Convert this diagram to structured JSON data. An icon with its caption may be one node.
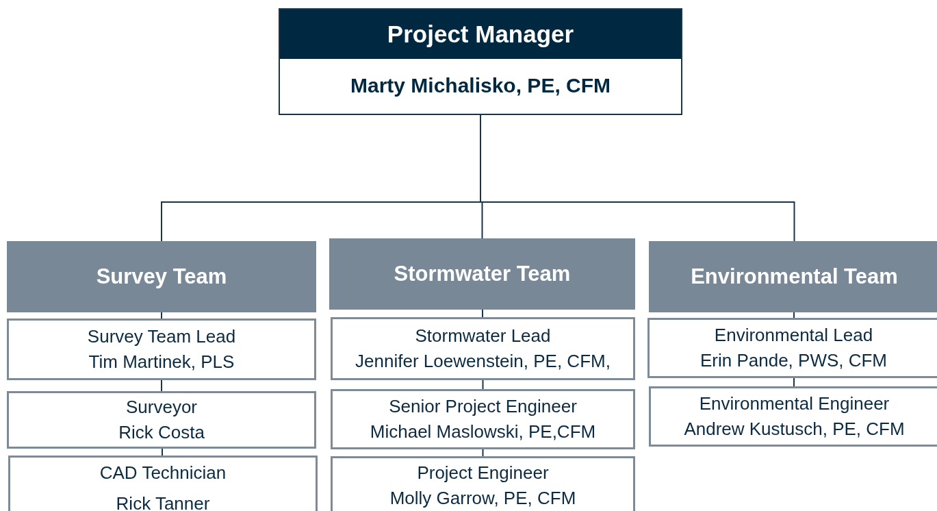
{
  "diagram": {
    "nodes": [
      {
        "text": [
          "Project Manager",
          "Marty Michalisko, PE, CFM"
        ]
      },
      {
        "text": [
          "Survey Team"
        ]
      },
      {
        "text": [
          "Survey Team Lead",
          "Tim Martinek, PLS"
        ]
      },
      {
        "text": [
          "Surveyor",
          "Rick Costa"
        ]
      },
      {
        "text": [
          "CAD Technician",
          "Rick Tanner"
        ]
      },
      {
        "text": [
          "Stormwater Team"
        ]
      },
      {
        "text": [
          "Stormwater Lead",
          "Jennifer Loewenstein, PE, CFM,"
        ]
      },
      {
        "text": [
          "Senior Project Engineer",
          "Michael Maslowski, PE,CFM"
        ]
      },
      {
        "text": [
          "Project Engineer",
          "Molly Garrow, PE, CFM"
        ]
      },
      {
        "text": [
          "Environmental Team"
        ]
      },
      {
        "text": [
          "Environmental Lead",
          "Erin Pande, PWS, CFM"
        ]
      },
      {
        "text": [
          "Environmental Engineer",
          "Andrew Kustusch, PE, CFM"
        ]
      }
    ],
    "edges": [
      {
        "from": 0,
        "to": 1,
        "arrow": "none"
      },
      {
        "from": 0,
        "to": 5,
        "arrow": "none"
      },
      {
        "from": 0,
        "to": 9,
        "arrow": "none"
      },
      {
        "from": 1,
        "to": 2,
        "arrow": "none"
      },
      {
        "from": 2,
        "to": 3,
        "arrow": "none"
      },
      {
        "from": 3,
        "to": 4,
        "arrow": "none"
      },
      {
        "from": 5,
        "to": 6,
        "arrow": "none"
      },
      {
        "from": 6,
        "to": 7,
        "arrow": "none"
      },
      {
        "from": 7,
        "to": 8,
        "arrow": "none"
      },
      {
        "from": 9,
        "to": 10,
        "arrow": "none"
      },
      {
        "from": 10,
        "to": 11,
        "arrow": "none"
      }
    ]
  }
}
